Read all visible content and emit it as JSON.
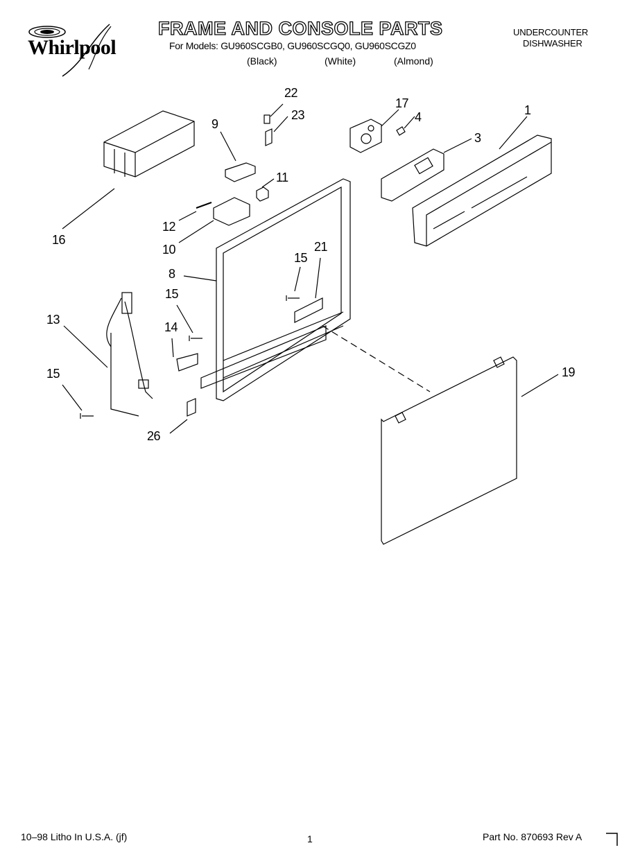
{
  "brand": "Whirlpool",
  "header": {
    "title": "FRAME AND CONSOLE PARTS",
    "models": "For Models: GU960SCGB0, GU960SCGQ0, GU960SCGZ0",
    "variants": [
      "(Black)",
      "(White)",
      "(Almond)"
    ],
    "product_type": [
      "UNDERCOUNTER",
      "DISHWASHER"
    ]
  },
  "callouts": [
    "22",
    "23",
    "17",
    "4",
    "9",
    "1",
    "3",
    "11",
    "16",
    "12",
    "10",
    "8",
    "15",
    "21",
    "15",
    "13",
    "14",
    "19",
    "15",
    "26"
  ],
  "footer": {
    "left": "10–98 Litho In U.S.A. (jf)",
    "page": "1",
    "right": "Part No. 870693 Rev A"
  }
}
